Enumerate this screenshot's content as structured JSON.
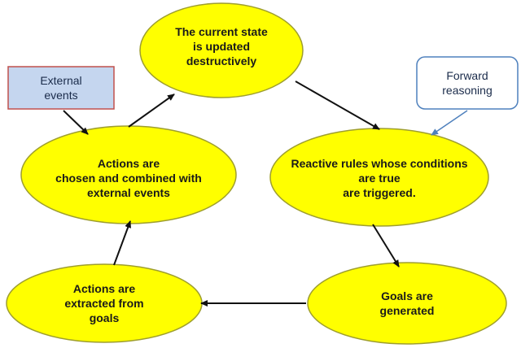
{
  "colors": {
    "ellipse_fill": "#ffff00",
    "ellipse_stroke": "#9e9e2e",
    "arrow": "#111111",
    "external_fill": "#c5d6ef",
    "external_stroke": "#c0504d",
    "forward_stroke": "#4f81bd",
    "forward_fill": "#ffffff"
  },
  "nodes": {
    "state_update": "The current state\nis updated\ndestructively",
    "reactive_rules": "Reactive rules whose conditions\nare true\nare triggered.",
    "goals_generated": "Goals are\ngenerated",
    "actions_extracted": "Actions are\nextracted from\ngoals",
    "actions_chosen": "Actions are\nchosen  and combined with\nexternal events"
  },
  "annotations": {
    "external_events": "External\nevents",
    "forward_reasoning": "Forward\nreasoning"
  }
}
